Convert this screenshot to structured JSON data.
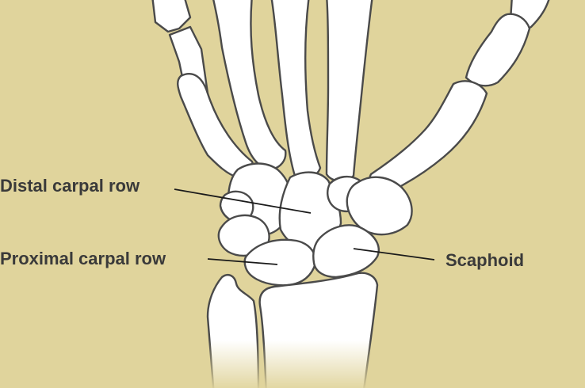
{
  "labels": {
    "distal_carpal_row": "Distal carpal row",
    "proximal_carpal_row": "Proximal carpal row",
    "scaphoid": "Scaphoid"
  },
  "colors": {
    "background": "#e0d49c",
    "bone_fill": "#ffffff",
    "bone_outline": "#4a4a4a",
    "label_text": "#3a3a3a",
    "leader_line": "#1a1a1a"
  }
}
